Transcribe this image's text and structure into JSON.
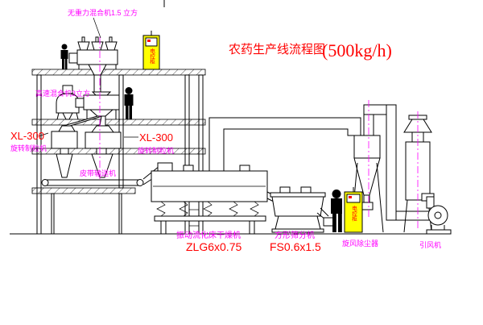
{
  "title": {
    "main": "农药生产线流程图",
    "capacity": "(500kg/h)"
  },
  "labels": {
    "gravity_free_mixer": "无重力混合机1.5 立方",
    "high_speed_mixer": "高速混合机3立方",
    "granulator_left": {
      "model": "XL-300",
      "name": "旋转制粒机"
    },
    "granulator_center": {
      "model": "XL-300",
      "name": "旋转制粒机"
    },
    "belt_conveyor": "皮带输送机",
    "dryer": {
      "name": "振动流化床干燥机",
      "model": "ZLG6x0.75"
    },
    "sieve": {
      "name": "方形筛分机",
      "model": "FS0.6x1.5"
    },
    "cyclone": "旋风除尘器",
    "fan": "引风机",
    "control_cabinet": "电控柜"
  },
  "colors": {
    "line": "#000000",
    "label_text": "#FF00FF",
    "model_text": "#FF0000",
    "title_text": "#FF0000",
    "cabinet_fill": "#FFFF00",
    "background": "#FFFFFF"
  }
}
